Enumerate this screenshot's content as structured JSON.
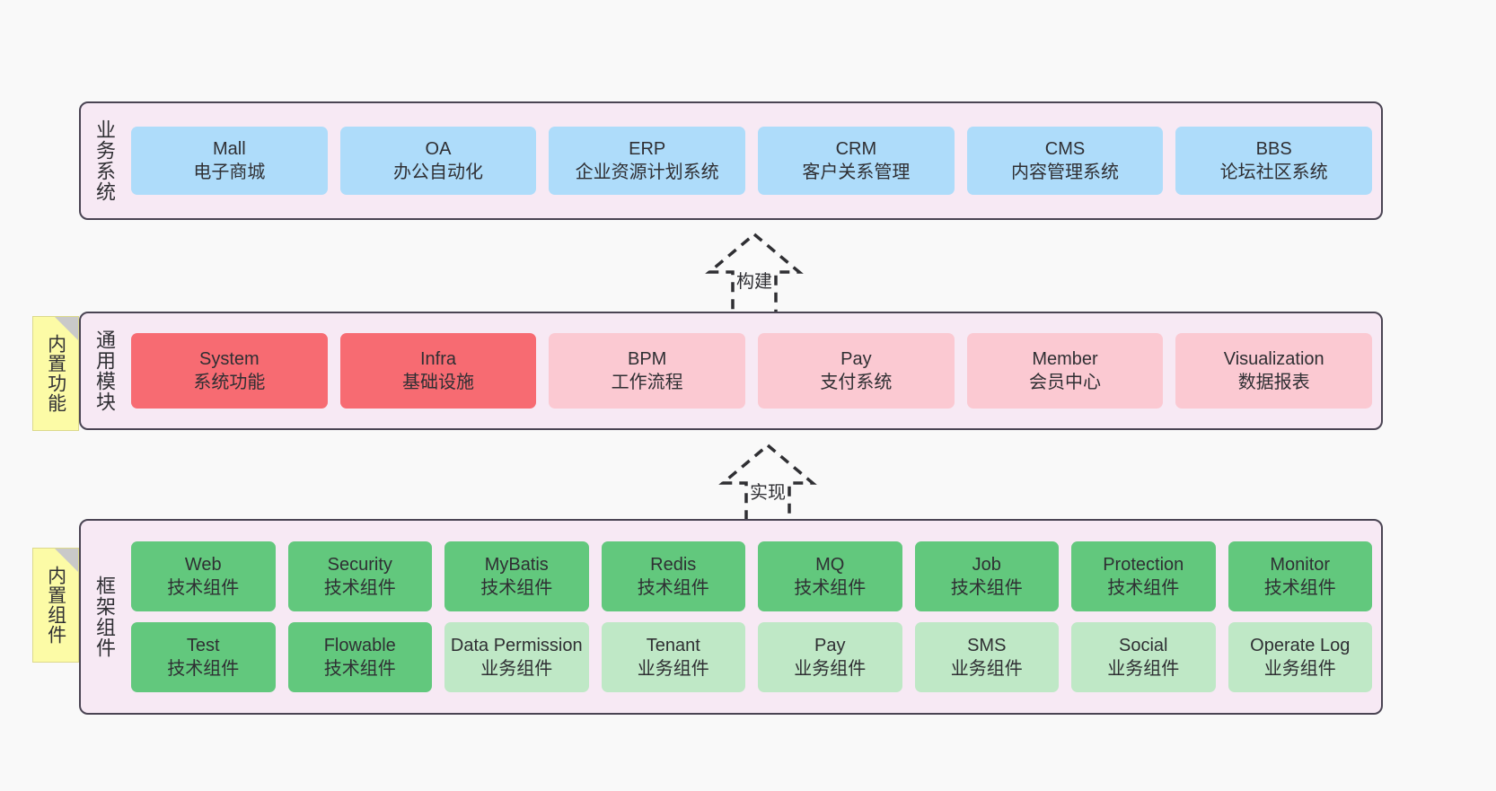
{
  "diagram": {
    "background_color": "#F9F9F9",
    "panel_color": "#F7E9F4",
    "panel_border_color": "#4A4453",
    "note_color": "#FCFBA6"
  },
  "layers": {
    "business": {
      "title": "业务系统",
      "node_color": "#AEDCFA",
      "nodes": [
        {
          "name": "Mall",
          "desc": "电子商城"
        },
        {
          "name": "OA",
          "desc": "办公自动化"
        },
        {
          "name": "ERP",
          "desc": "企业资源计划系统"
        },
        {
          "name": "CRM",
          "desc": "客户关系管理"
        },
        {
          "name": "CMS",
          "desc": "内容管理系统"
        },
        {
          "name": "BBS",
          "desc": "论坛社区系统"
        }
      ]
    },
    "modules": {
      "title": "通用模块",
      "note": "内置功能",
      "primary_color": "#F76B72",
      "secondary_color": "#FBC9D2",
      "nodes": [
        {
          "name": "System",
          "desc": "系统功能",
          "tone": "red"
        },
        {
          "name": "Infra",
          "desc": "基础设施",
          "tone": "red"
        },
        {
          "name": "BPM",
          "desc": "工作流程",
          "tone": "pink"
        },
        {
          "name": "Pay",
          "desc": "支付系统",
          "tone": "pink"
        },
        {
          "name": "Member",
          "desc": "会员中心",
          "tone": "pink"
        },
        {
          "name": "Visualization",
          "desc": "数据报表",
          "tone": "pink"
        }
      ]
    },
    "framework": {
      "title": "框架组件",
      "note": "内置组件",
      "tech_color": "#62C87D",
      "business_color": "#BFE8C6",
      "row1": [
        {
          "name": "Web",
          "desc": "技术组件",
          "tone": "green"
        },
        {
          "name": "Security",
          "desc": "技术组件",
          "tone": "green"
        },
        {
          "name": "MyBatis",
          "desc": "技术组件",
          "tone": "green"
        },
        {
          "name": "Redis",
          "desc": "技术组件",
          "tone": "green"
        },
        {
          "name": "MQ",
          "desc": "技术组件",
          "tone": "green"
        },
        {
          "name": "Job",
          "desc": "技术组件",
          "tone": "green"
        },
        {
          "name": "Protection",
          "desc": "技术组件",
          "tone": "green"
        },
        {
          "name": "Monitor",
          "desc": "技术组件",
          "tone": "green"
        }
      ],
      "row2": [
        {
          "name": "Test",
          "desc": "技术组件",
          "tone": "green"
        },
        {
          "name": "Flowable",
          "desc": "技术组件",
          "tone": "green"
        },
        {
          "name": "Data Permission",
          "desc": "业务组件",
          "tone": "lgreen"
        },
        {
          "name": "Tenant",
          "desc": "业务组件",
          "tone": "lgreen"
        },
        {
          "name": "Pay",
          "desc": "业务组件",
          "tone": "lgreen"
        },
        {
          "name": "SMS",
          "desc": "业务组件",
          "tone": "lgreen"
        },
        {
          "name": "Social",
          "desc": "业务组件",
          "tone": "lgreen"
        },
        {
          "name": "Operate Log",
          "desc": "业务组件",
          "tone": "lgreen"
        }
      ]
    }
  },
  "relations": [
    {
      "id": "build",
      "label": "构建",
      "from": "通用模块",
      "to": "业务系统",
      "style": "dashed-hollow-arrow-up"
    },
    {
      "id": "implement",
      "label": "实现",
      "from": "框架组件",
      "to": "通用模块",
      "style": "dashed-hollow-arrow-up"
    }
  ]
}
